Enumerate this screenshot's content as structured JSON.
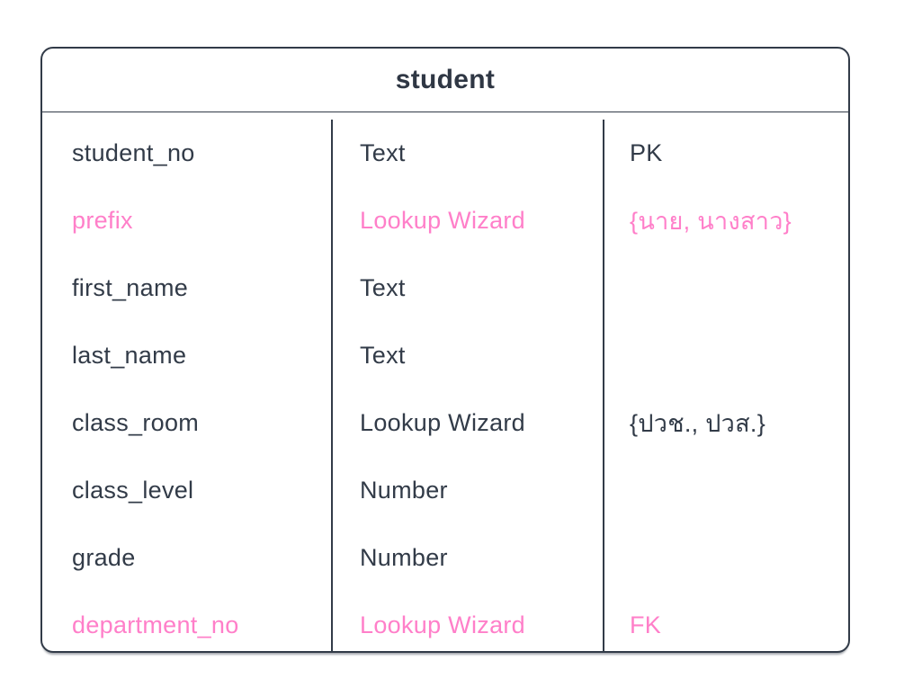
{
  "table": {
    "title": "student",
    "rows": [
      {
        "field": "student_no",
        "type": "Text",
        "key": "PK",
        "highlight": false
      },
      {
        "field": "prefix",
        "type": "Lookup Wizard",
        "key": "{นาย, นางสาว}",
        "highlight": true
      },
      {
        "field": "first_name",
        "type": "Text",
        "key": "",
        "highlight": false
      },
      {
        "field": "last_name",
        "type": "Text",
        "key": "",
        "highlight": false
      },
      {
        "field": "class_room",
        "type": "Lookup Wizard",
        "key": "{ปวช., ปวส.}",
        "highlight": false
      },
      {
        "field": "class_level",
        "type": "Number",
        "key": "",
        "highlight": false
      },
      {
        "field": "grade",
        "type": "Number",
        "key": "",
        "highlight": false
      },
      {
        "field": "department_no",
        "type": "Lookup Wizard",
        "key": "FK",
        "highlight": true
      }
    ]
  },
  "colors": {
    "text_dark": "#323b48",
    "text_pink": "#ff7fc9",
    "border": "#323b48",
    "background": "#ffffff"
  }
}
